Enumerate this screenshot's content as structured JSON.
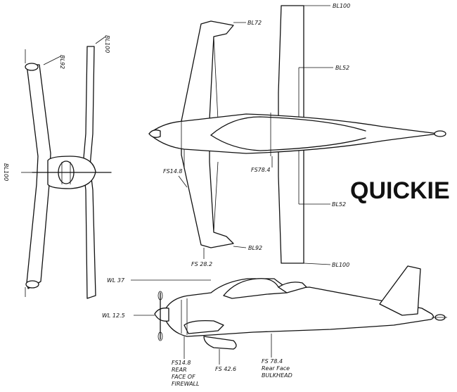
{
  "title": "QUICKIE",
  "front_view": {
    "labels": {
      "bl100_top": "BL100",
      "bl92": "BL92",
      "bl100_side": "BL100"
    }
  },
  "top_view": {
    "labels": {
      "bl72": "BL72",
      "bl100_top": "BL100",
      "bl52_top": "BL52",
      "fs148": "FS14.8",
      "fs784": "FS78.4",
      "bl52_bottom": "BL52",
      "bl92": "BL92",
      "fs282": "FS 28.2",
      "bl100_bottom": "BL100"
    }
  },
  "side_view": {
    "labels": {
      "wl37": "WL 37",
      "wl125": "WL 12.5",
      "fs148_l1": "FS14.8",
      "fs148_l2": "REAR",
      "fs148_l3": "FACE OF",
      "fs148_l4": "FIREWALL",
      "fs426": "FS 42.6",
      "fs784_l1": "FS 78.4",
      "fs784_l2": "Rear Face",
      "fs784_l3": "BULKHEAD"
    }
  }
}
